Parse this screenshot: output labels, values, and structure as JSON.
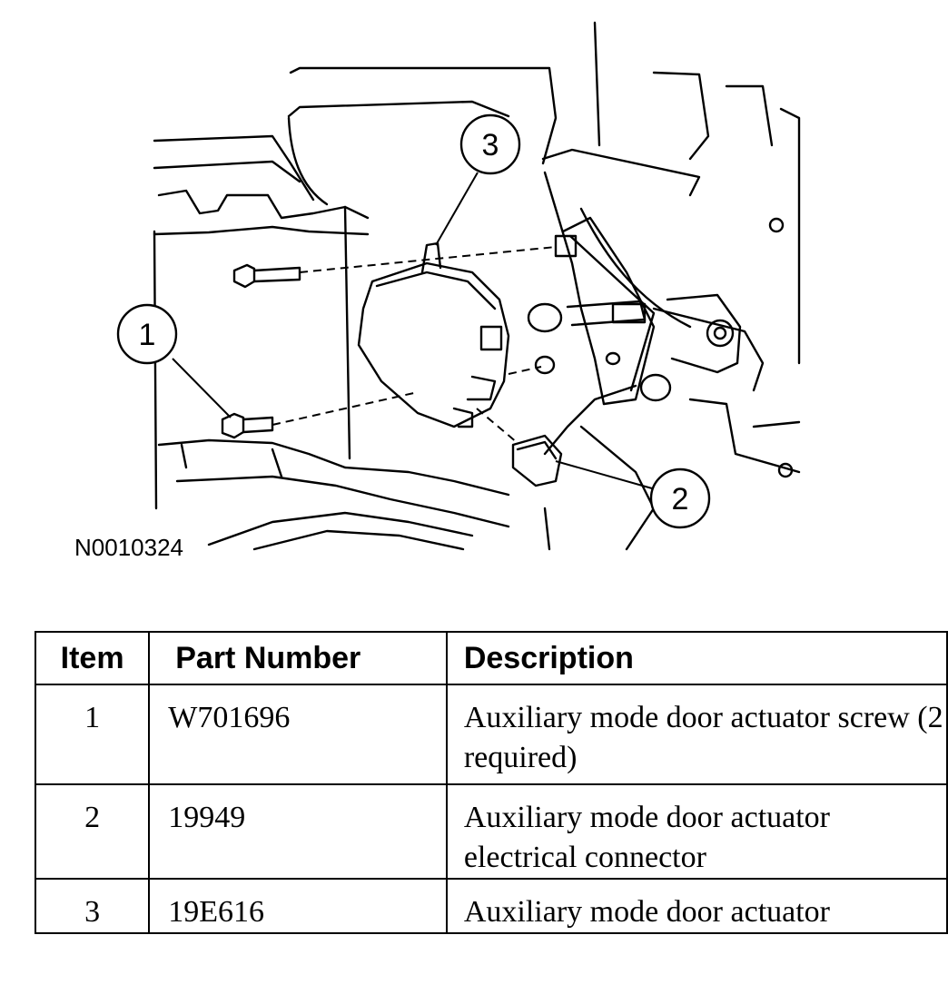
{
  "figure": {
    "code": "N0010324",
    "callouts": [
      "1",
      "2",
      "3"
    ]
  },
  "table": {
    "headers": {
      "item": "Item",
      "part_number": "Part Number",
      "description": "Description"
    },
    "rows": [
      {
        "item": "1",
        "part_number": "W701696",
        "description": "Auxiliary mode door actuator screw (2 required)"
      },
      {
        "item": "2",
        "part_number": "19949",
        "description": "Auxiliary mode door actuator electrical connector"
      },
      {
        "item": "3",
        "part_number": "19E616",
        "description": "Auxiliary mode door actuator"
      }
    ]
  }
}
